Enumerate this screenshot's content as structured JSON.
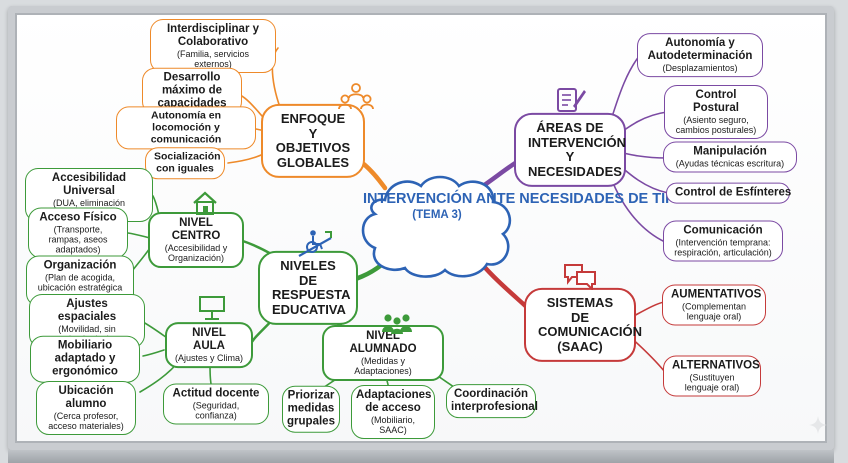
{
  "center": {
    "title": "INTERVENCIÓN ANTE NECESIDADES DE TIPO MOTOR",
    "subtitle": "(TEMA 3)"
  },
  "branches": {
    "enfoque": {
      "title": "ENFOQUE Y OBJETIVOS GLOBALES",
      "children": [
        {
          "title": "Interdisciplinar y Colaborativo",
          "sub": "(Familia, servicios externos)"
        },
        {
          "title": "Desarrollo máximo de capacidades",
          "sub": ""
        },
        {
          "title": "Autonomía en locomoción y comunicación",
          "sub": ""
        },
        {
          "title": "Socialización con iguales",
          "sub": ""
        }
      ]
    },
    "areas": {
      "title": "ÁREAS DE INTERVENCIÓN Y NECESIDADES",
      "children": [
        {
          "title": "Autonomía y Autodeterminación",
          "sub": "(Desplazamientos)"
        },
        {
          "title": "Control Postural",
          "sub": "(Asiento seguro, cambios posturales)"
        },
        {
          "title": "Manipulación",
          "sub": "(Ayudas técnicas escritura)"
        },
        {
          "title": "Control de Esfínteres",
          "sub": ""
        },
        {
          "title": "Comunicación",
          "sub": "(Intervención temprana: respiración, articulación)"
        }
      ]
    },
    "sistemas": {
      "title": "SISTEMAS DE COMUNICACIÓN (SAAC)",
      "children": [
        {
          "title": "AUMENTATIVOS",
          "sub": "(Complementan lenguaje oral)"
        },
        {
          "title": "ALTERNATIVOS",
          "sub": "(Sustituyen lenguaje oral)"
        }
      ]
    },
    "niveles": {
      "title": "NIVELES DE RESPUESTA EDUCATIVA",
      "centro": {
        "title": "NIVEL CENTRO",
        "sub": "(Accesibilidad y Organización)",
        "children": [
          {
            "title": "Accesibilidad Universal",
            "sub": "(DUA, eliminación barreras)"
          },
          {
            "title": "Acceso Físico",
            "sub": "(Transporte, rampas, aseos adaptados)"
          },
          {
            "title": "Organización",
            "sub": "(Plan de acogida, ubicación estratégica aula)"
          }
        ]
      },
      "aula": {
        "title": "NIVEL AULA",
        "sub": "(Ajustes y Clima)",
        "children": [
          {
            "title": "Ajustes espaciales",
            "sub": "(Movilidad, sin obstáculos)"
          },
          {
            "title": "Mobiliario adaptado y ergonómico",
            "sub": ""
          },
          {
            "title": "Ubicación alumno",
            "sub": "(Cerca profesor, acceso materiales)"
          },
          {
            "title": "Actitud docente",
            "sub": "(Seguridad, confianza)"
          }
        ]
      },
      "alumnado": {
        "title": "NIVEL ALUMNADO",
        "sub": "(Medidas y Adaptaciones)",
        "children": [
          {
            "title": "Priorizar medidas grupales",
            "sub": ""
          },
          {
            "title": "Adaptaciones de acceso",
            "sub": "(Mobiliario, SAAC)"
          },
          {
            "title": "Coordinación interprofesional",
            "sub": ""
          }
        ]
      }
    }
  },
  "colors": {
    "enfoque": "#ee8a2a",
    "areas": "#7b4aa3",
    "sistemas": "#c53a3a",
    "niveles": "#3d9a3a",
    "center": "#2d63b5"
  },
  "icons": [
    "team-icon",
    "notepad-icon",
    "speech-bubbles-icon",
    "house-icon",
    "wheelchair-ramp-icon",
    "classroom-icon",
    "students-icon",
    "sparkle-icon"
  ]
}
